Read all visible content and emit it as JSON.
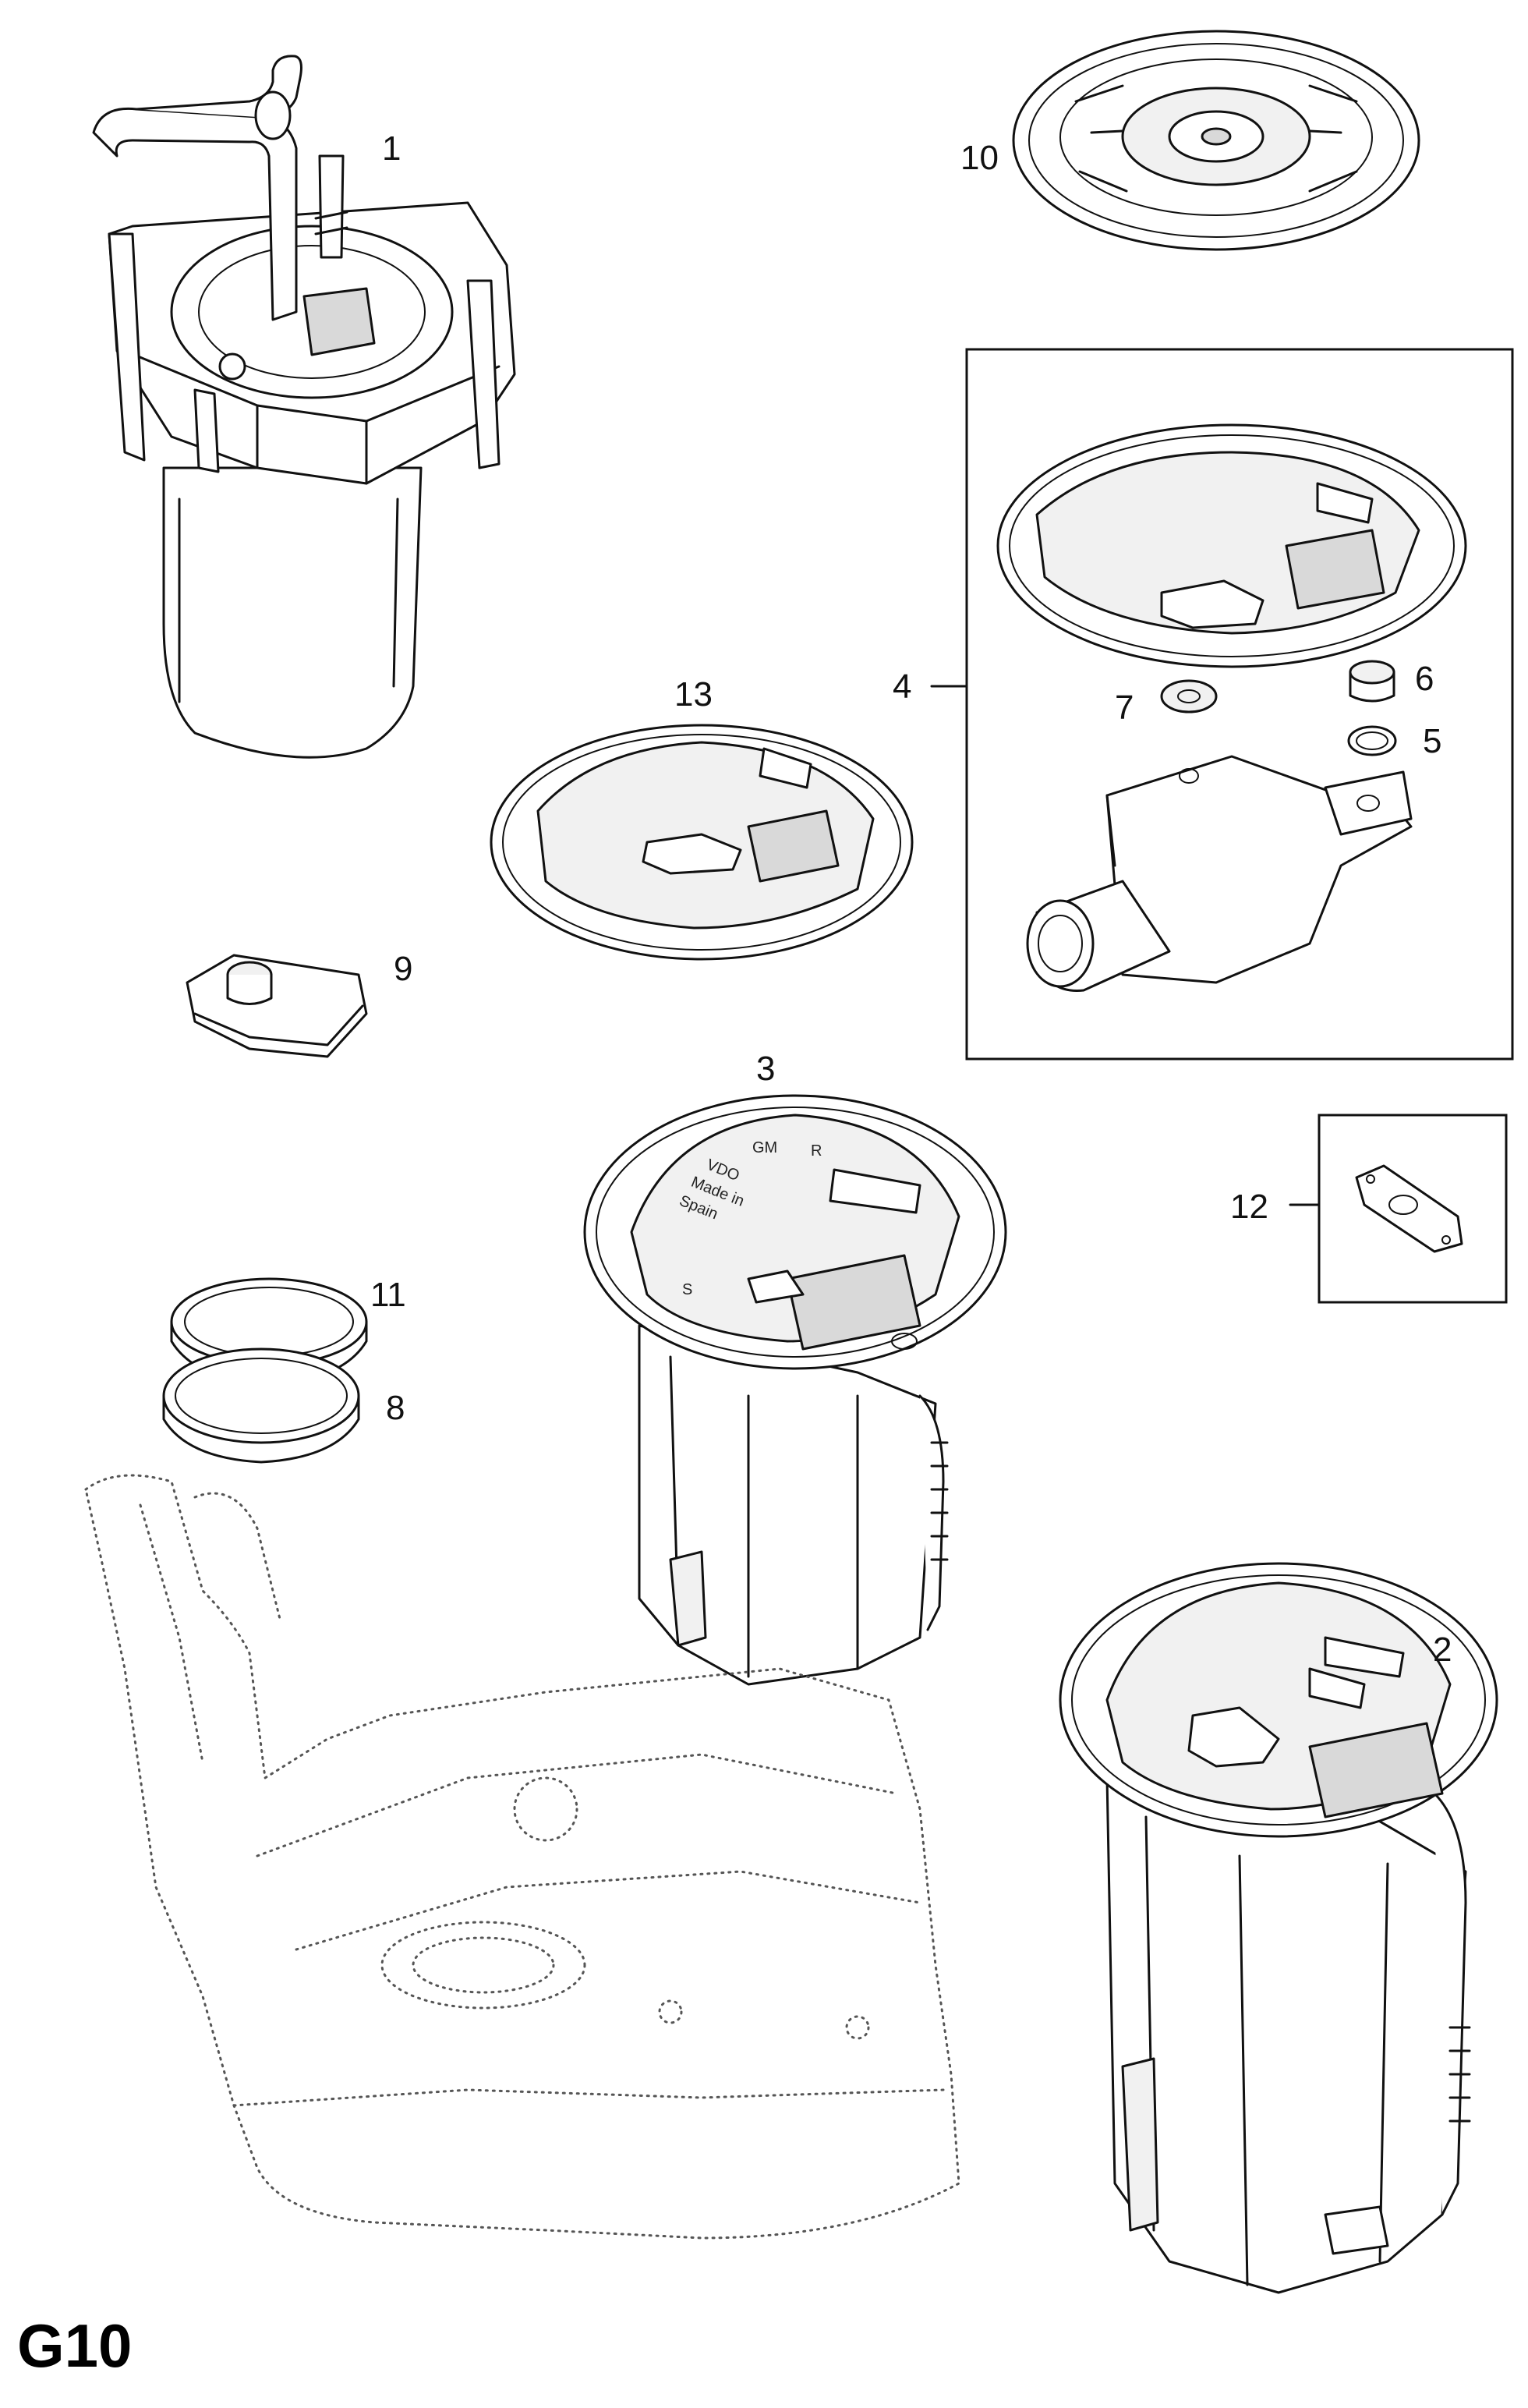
{
  "sheet_code": "G10",
  "callouts": {
    "c1": "1",
    "c2": "2",
    "c3": "3",
    "c4": "4",
    "c5": "5",
    "c6": "6",
    "c7": "7",
    "c8": "8",
    "c9": "9",
    "c10": "10",
    "c11": "11",
    "c12": "12",
    "c13": "13"
  },
  "flange_markings": {
    "brand": "VDO",
    "made_in": "Made in",
    "country": "Spain",
    "logo": "GM",
    "port_r": "R",
    "port_s": "S"
  }
}
